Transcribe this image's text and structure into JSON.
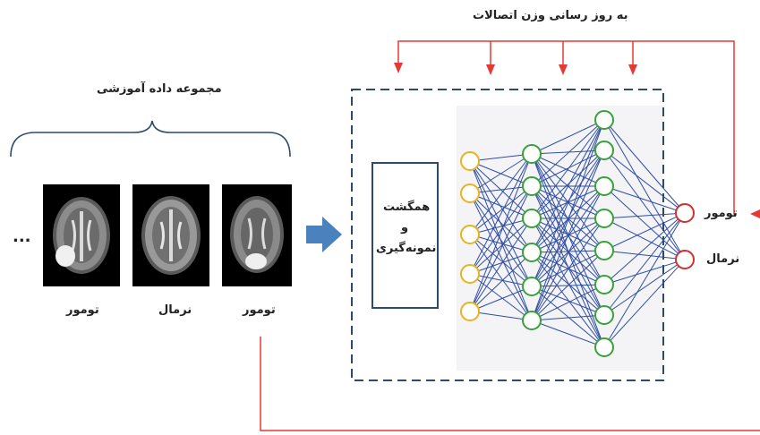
{
  "title_update": "به روز رسانی وزن اتصالات",
  "dataset_label": "مجموعه داده آموزشی",
  "ellipsis": "...",
  "image_labels": [
    "تومور",
    "نرمال",
    "تومور"
  ],
  "pooling_label_line1": "همگشت",
  "pooling_label_line2": "و",
  "pooling_label_line3": "نمونه‌گیری",
  "output_labels": [
    "تومور",
    "نرمال"
  ],
  "colors": {
    "feedback_arrow": "#e53935",
    "input_node": "#e8b320",
    "hidden_node": "#3aa13a",
    "output_node": "#d32f2f",
    "connection": "#2f4da3",
    "box_border": "#2c4a6e",
    "arrow_blue": "#4a82bd"
  }
}
